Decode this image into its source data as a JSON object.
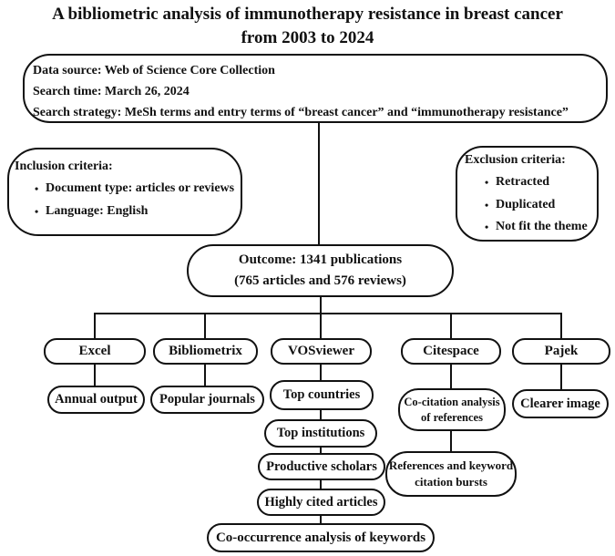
{
  "title": {
    "line1": "A bibliometric analysis of immunotherapy resistance in breast cancer",
    "line2": "from 2003 to 2024"
  },
  "search_box": {
    "data_source": "Data source: Web of Science Core Collection",
    "search_time": "Search time: March 26, 2024",
    "search_strategy": "Search strategy: MeSh terms and entry terms of “breast cancer” and “immunotherapy resistance”"
  },
  "inclusion": {
    "heading": "Inclusion criteria:",
    "items": [
      "Document type: articles or reviews",
      "Language: English"
    ]
  },
  "exclusion": {
    "heading": "Exclusion criteria:",
    "items": [
      "Retracted",
      "Duplicated",
      "Not fit the theme"
    ]
  },
  "outcome": {
    "line1": "Outcome: 1341 publications",
    "line2": "(765 articles and 576 reviews)"
  },
  "tools": {
    "excel": "Excel",
    "bibliometrix": "Bibliometrix",
    "vosviewer": "VOSviewer",
    "citespace": "Citespace",
    "pajek": "Pajek"
  },
  "outputs": {
    "annual_output": "Annual output",
    "popular_journals": "Popular journals",
    "top_countries": "Top countries",
    "top_institutions": "Top institutions",
    "productive_scholars": "Productive scholars",
    "highly_cited_articles": "Highly cited articles",
    "co_occurrence_keywords": "Co-occurrence analysis of keywords",
    "co_citation_line1": "Co-citation analysis",
    "co_citation_line2": "of references",
    "citation_bursts_line1": "References and keyword",
    "citation_bursts_line2": "citation bursts",
    "clearer_image": "Clearer image"
  },
  "colors": {
    "ink": "#111111",
    "background": "#ffffff"
  }
}
